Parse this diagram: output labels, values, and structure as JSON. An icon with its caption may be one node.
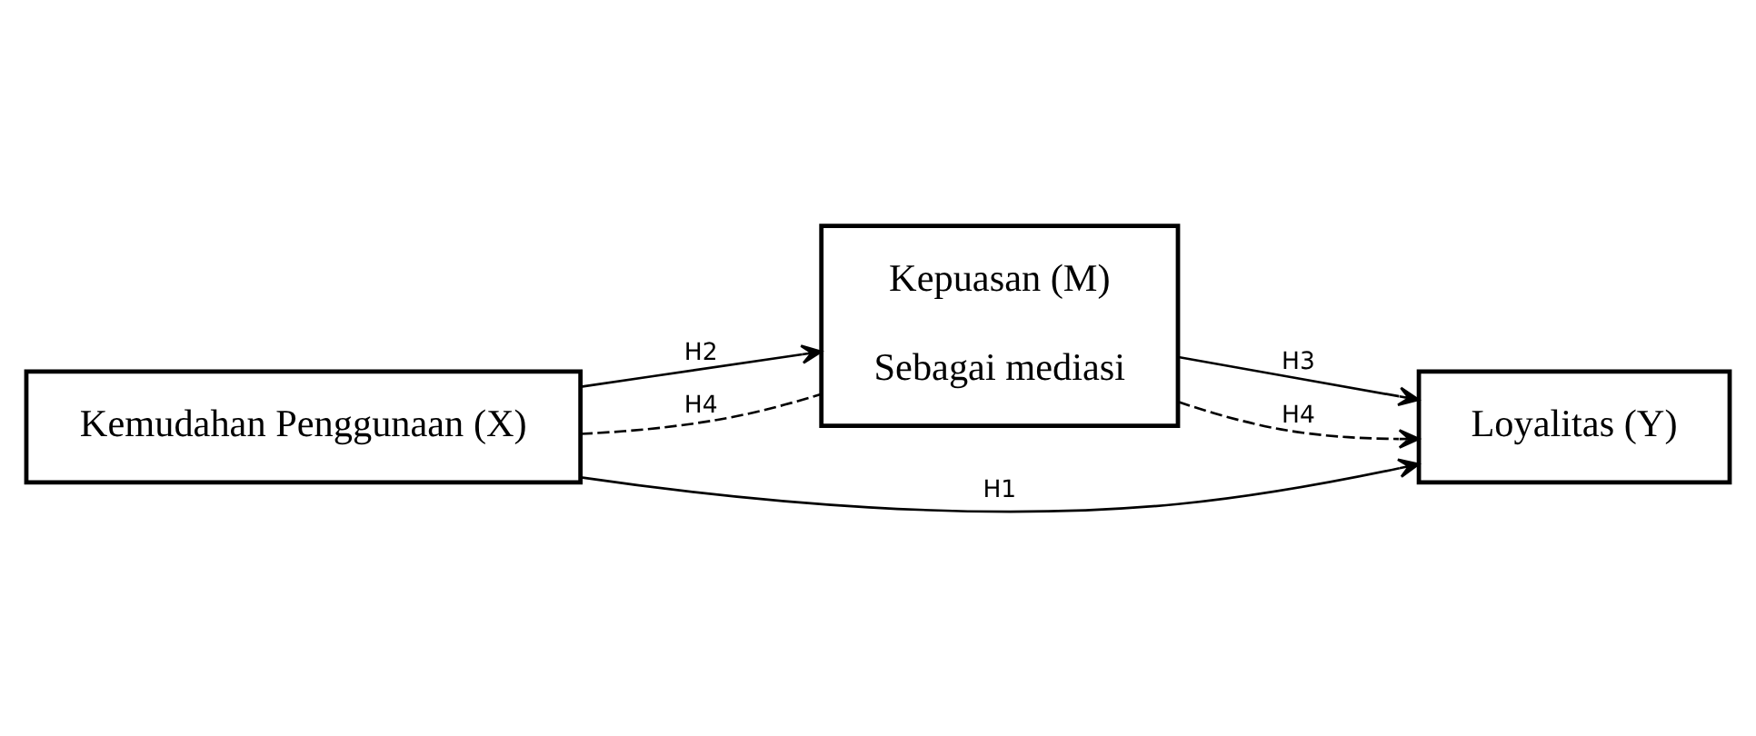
{
  "diagram": {
    "nodes": [
      {
        "text": [
          "Kepuasan (M)",
          "Sebagai mediasi"
        ]
      },
      {
        "text": [
          "Kemudahan Penggunaan (X)"
        ]
      },
      {
        "text": [
          "Loyalitas (Y)"
        ]
      }
    ],
    "edges": [
      {
        "from": 1,
        "to": 0,
        "arrow": "to",
        "label": "H2"
      },
      {
        "from": 1,
        "to": 0,
        "arrow": "none",
        "label": "H4",
        "style": "dashed"
      },
      {
        "from": 0,
        "to": 2,
        "arrow": "to",
        "label": "H3"
      },
      {
        "from": 0,
        "to": 2,
        "arrow": "to",
        "label": "H4",
        "style": "dashed"
      },
      {
        "from": 1,
        "to": 2,
        "arrow": "to",
        "label": "H1"
      }
    ]
  }
}
